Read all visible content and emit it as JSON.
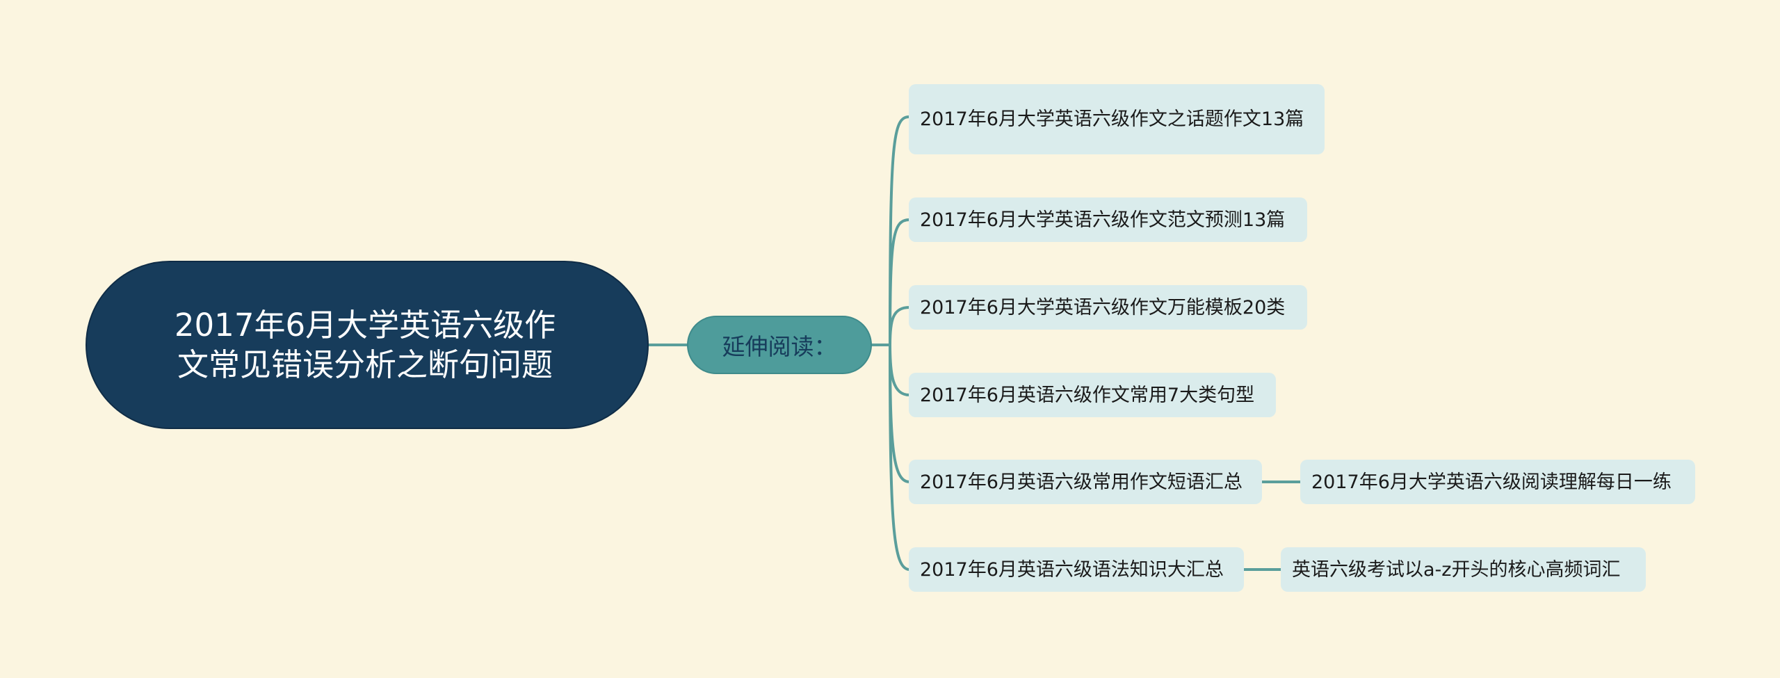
{
  "mindmap": {
    "root": {
      "label": "2017年6月大学英语六级作文常见错误分析之断句问题"
    },
    "branch": {
      "label": "延伸阅读："
    },
    "topics": [
      {
        "label": "2017年6月大学英语六级作文之话题作文13篇"
      },
      {
        "label": "2017年6月大学英语六级作文范文预测13篇"
      },
      {
        "label": "2017年6月大学英语六级作文万能模板20类"
      },
      {
        "label": "2017年6月英语六级作文常用7大类句型"
      },
      {
        "label": "2017年6月英语六级常用作文短语汇总",
        "child": {
          "label": "2017年6月大学英语六级阅读理解每日一练"
        }
      },
      {
        "label": "2017年6月英语六级语法知识大汇总",
        "child": {
          "label": "英语六级考试以a-z开头的核心高频词汇"
        }
      }
    ]
  },
  "colors": {
    "background": "#fbf5e0",
    "root_fill": "#173c5b",
    "branch_fill": "#4e9c9b",
    "leaf_fill": "#daecec",
    "connector": "#5a9e9b"
  }
}
